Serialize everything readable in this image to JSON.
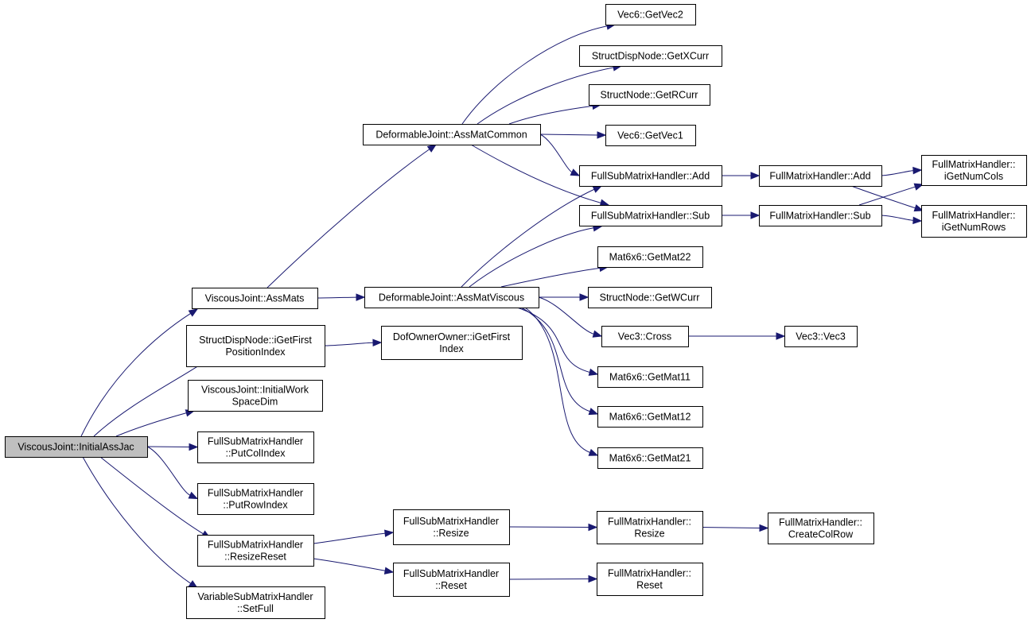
{
  "colors": {
    "edge": "#191970",
    "node_border": "#000000",
    "root_fill": "#bfbfbf",
    "node_fill": "#ffffff"
  },
  "nodes": [
    {
      "id": "root",
      "lines": [
        "ViscousJoint::InitialAssJac"
      ],
      "root": true
    },
    {
      "id": "assmats",
      "lines": [
        "ViscousJoint::AssMats"
      ]
    },
    {
      "id": "getfirstpos",
      "lines": [
        "StructDispNode::iGetFirst",
        "PositionIndex"
      ]
    },
    {
      "id": "initialwork",
      "lines": [
        "ViscousJoint::InitialWork",
        "SpaceDim"
      ]
    },
    {
      "id": "putcol",
      "lines": [
        "FullSubMatrixHandler",
        "::PutColIndex"
      ]
    },
    {
      "id": "putrow",
      "lines": [
        "FullSubMatrixHandler",
        "::PutRowIndex"
      ]
    },
    {
      "id": "resizereset",
      "lines": [
        "FullSubMatrixHandler",
        "::ResizeReset"
      ]
    },
    {
      "id": "setfull",
      "lines": [
        "VariableSubMatrixHandler",
        "::SetFull"
      ]
    },
    {
      "id": "asscommon",
      "lines": [
        "DeformableJoint::AssMatCommon"
      ]
    },
    {
      "id": "assviscous",
      "lines": [
        "DeformableJoint::AssMatViscous"
      ]
    },
    {
      "id": "dofowner",
      "lines": [
        "DofOwnerOwner::iGetFirst",
        "Index"
      ]
    },
    {
      "id": "subresize",
      "lines": [
        "FullSubMatrixHandler",
        "::Resize"
      ]
    },
    {
      "id": "subreset",
      "lines": [
        "FullSubMatrixHandler",
        "::Reset"
      ]
    },
    {
      "id": "getvec2",
      "lines": [
        "Vec6::GetVec2"
      ]
    },
    {
      "id": "getxcurr",
      "lines": [
        "StructDispNode::GetXCurr"
      ]
    },
    {
      "id": "getrcurr",
      "lines": [
        "StructNode::GetRCurr"
      ]
    },
    {
      "id": "getvec1",
      "lines": [
        "Vec6::GetVec1"
      ]
    },
    {
      "id": "subadd",
      "lines": [
        "FullSubMatrixHandler::Add"
      ]
    },
    {
      "id": "subsub",
      "lines": [
        "FullSubMatrixHandler::Sub"
      ]
    },
    {
      "id": "getmat22",
      "lines": [
        "Mat6x6::GetMat22"
      ]
    },
    {
      "id": "getwcurr",
      "lines": [
        "StructNode::GetWCurr"
      ]
    },
    {
      "id": "cross",
      "lines": [
        "Vec3::Cross"
      ]
    },
    {
      "id": "getmat11",
      "lines": [
        "Mat6x6::GetMat11"
      ]
    },
    {
      "id": "getmat12",
      "lines": [
        "Mat6x6::GetMat12"
      ]
    },
    {
      "id": "getmat21",
      "lines": [
        "Mat6x6::GetMat21"
      ]
    },
    {
      "id": "fulladd",
      "lines": [
        "FullMatrixHandler::Add"
      ]
    },
    {
      "id": "fullsub",
      "lines": [
        "FullMatrixHandler::Sub"
      ]
    },
    {
      "id": "vec3",
      "lines": [
        "Vec3::Vec3"
      ]
    },
    {
      "id": "fullresize",
      "lines": [
        "FullMatrixHandler::",
        "Resize"
      ]
    },
    {
      "id": "fullreset",
      "lines": [
        "FullMatrixHandler::",
        "Reset"
      ]
    },
    {
      "id": "numcols",
      "lines": [
        "FullMatrixHandler::",
        "iGetNumCols"
      ]
    },
    {
      "id": "numrows",
      "lines": [
        "FullMatrixHandler::",
        "iGetNumRows"
      ]
    },
    {
      "id": "createcolrow",
      "lines": [
        "FullMatrixHandler::",
        "CreateColRow"
      ]
    }
  ],
  "edges": [
    {
      "from": "root",
      "to": "assmats"
    },
    {
      "from": "root",
      "to": "getfirstpos"
    },
    {
      "from": "root",
      "to": "initialwork"
    },
    {
      "from": "root",
      "to": "putcol"
    },
    {
      "from": "root",
      "to": "putrow"
    },
    {
      "from": "root",
      "to": "resizereset"
    },
    {
      "from": "root",
      "to": "setfull"
    },
    {
      "from": "assmats",
      "to": "asscommon"
    },
    {
      "from": "assmats",
      "to": "assviscous"
    },
    {
      "from": "getfirstpos",
      "to": "dofowner"
    },
    {
      "from": "resizereset",
      "to": "subresize"
    },
    {
      "from": "resizereset",
      "to": "subreset"
    },
    {
      "from": "asscommon",
      "to": "getvec2"
    },
    {
      "from": "asscommon",
      "to": "getxcurr"
    },
    {
      "from": "asscommon",
      "to": "getrcurr"
    },
    {
      "from": "asscommon",
      "to": "getvec1"
    },
    {
      "from": "asscommon",
      "to": "subadd"
    },
    {
      "from": "asscommon",
      "to": "subsub"
    },
    {
      "from": "assviscous",
      "to": "subadd"
    },
    {
      "from": "assviscous",
      "to": "subsub"
    },
    {
      "from": "assviscous",
      "to": "getmat22"
    },
    {
      "from": "assviscous",
      "to": "getwcurr"
    },
    {
      "from": "assviscous",
      "to": "cross"
    },
    {
      "from": "assviscous",
      "to": "getmat11"
    },
    {
      "from": "assviscous",
      "to": "getmat12"
    },
    {
      "from": "assviscous",
      "to": "getmat21"
    },
    {
      "from": "subadd",
      "to": "fulladd"
    },
    {
      "from": "subsub",
      "to": "fullsub"
    },
    {
      "from": "fulladd",
      "to": "numcols"
    },
    {
      "from": "fulladd",
      "to": "numrows"
    },
    {
      "from": "fullsub",
      "to": "numcols"
    },
    {
      "from": "fullsub",
      "to": "numrows"
    },
    {
      "from": "cross",
      "to": "vec3"
    },
    {
      "from": "subresize",
      "to": "fullresize"
    },
    {
      "from": "subreset",
      "to": "fullreset"
    },
    {
      "from": "fullresize",
      "to": "createcolrow"
    }
  ]
}
